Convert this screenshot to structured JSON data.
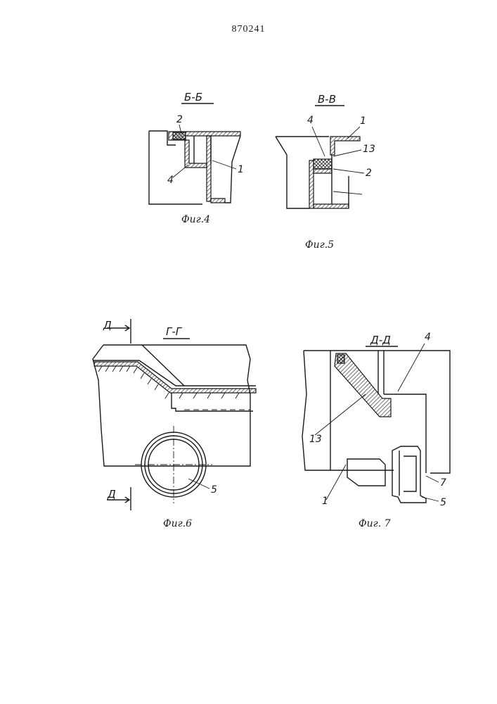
{
  "document": {
    "patent_number": "870241"
  },
  "figures": [
    {
      "id": "fig4",
      "section": "Б-Б",
      "caption": "Фиг.4",
      "labels": [
        "2",
        "4",
        "1"
      ]
    },
    {
      "id": "fig5",
      "section": "В-В",
      "caption": "Фиг.5",
      "labels": [
        "4",
        "1",
        "13",
        "2"
      ]
    },
    {
      "id": "fig6",
      "section": "Г-Г",
      "caption": "Фиг.6",
      "cut_marks": [
        "Д",
        "Д"
      ],
      "labels": [
        "5"
      ]
    },
    {
      "id": "fig7",
      "section": "Д-Д",
      "caption": "Фиг. 7",
      "labels": [
        "4",
        "13",
        "1",
        "7",
        "5"
      ]
    }
  ]
}
